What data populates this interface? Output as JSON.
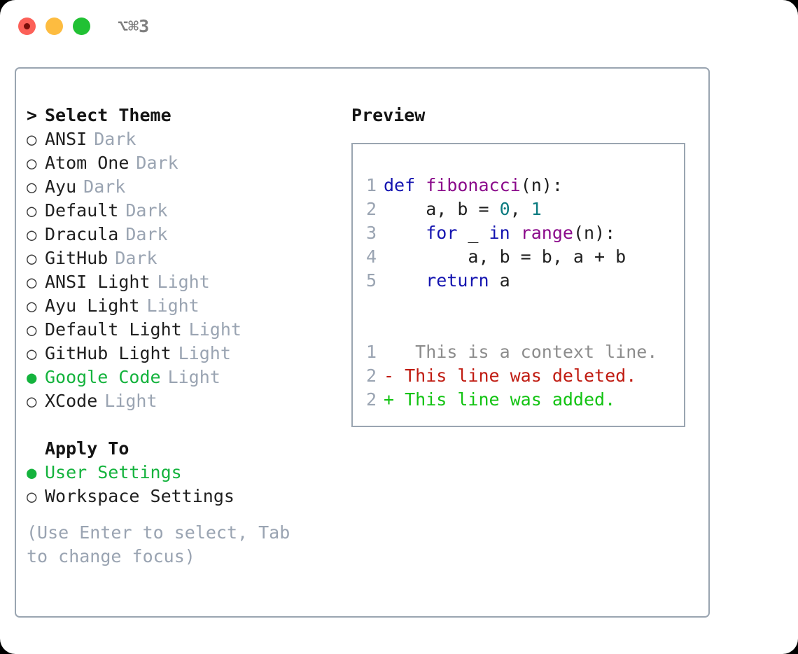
{
  "titlebar": {
    "shortcut": "⌥⌘3",
    "buttons": [
      {
        "name": "close",
        "color": "#fc6058"
      },
      {
        "name": "minimize",
        "color": "#fdbc40"
      },
      {
        "name": "zoom",
        "color": "#21c134"
      }
    ]
  },
  "theme_picker": {
    "heading": "Select Theme",
    "caret": ">",
    "bullet_empty": "○",
    "bullet_filled": "●",
    "items": [
      {
        "name": "ANSI",
        "tag": "Dark",
        "selected": false
      },
      {
        "name": "Atom One",
        "tag": "Dark",
        "selected": false
      },
      {
        "name": "Ayu",
        "tag": "Dark",
        "selected": false
      },
      {
        "name": "Default",
        "tag": "Dark",
        "selected": false
      },
      {
        "name": "Dracula",
        "tag": "Dark",
        "selected": false
      },
      {
        "name": "GitHub",
        "tag": "Dark",
        "selected": false
      },
      {
        "name": "ANSI Light",
        "tag": "Light",
        "selected": false
      },
      {
        "name": "Ayu Light",
        "tag": "Light",
        "selected": false
      },
      {
        "name": "Default Light",
        "tag": "Light",
        "selected": false
      },
      {
        "name": "GitHub Light",
        "tag": "Light",
        "selected": false
      },
      {
        "name": "Google Code",
        "tag": "Light",
        "selected": true
      },
      {
        "name": "XCode",
        "tag": "Light",
        "selected": false
      }
    ]
  },
  "apply_to": {
    "heading": "Apply To",
    "options": [
      {
        "name": "User Settings",
        "selected": true
      },
      {
        "name": "Workspace Settings",
        "selected": false
      }
    ]
  },
  "hint": "(Use Enter to select, Tab to change focus)",
  "preview": {
    "title": "Preview",
    "code_lines": [
      {
        "lineno": "1",
        "tokens": [
          {
            "t": "def ",
            "c": "kw"
          },
          {
            "t": "fibonacci",
            "c": "fn"
          },
          {
            "t": "(n):",
            "c": "pun"
          }
        ]
      },
      {
        "lineno": "2",
        "tokens": [
          {
            "t": "    a, b = ",
            "c": "id"
          },
          {
            "t": "0",
            "c": "num"
          },
          {
            "t": ", ",
            "c": "pun"
          },
          {
            "t": "1",
            "c": "num"
          }
        ]
      },
      {
        "lineno": "3",
        "tokens": [
          {
            "t": "    ",
            "c": "id"
          },
          {
            "t": "for",
            "c": "kw"
          },
          {
            "t": " _ ",
            "c": "id"
          },
          {
            "t": "in",
            "c": "kw"
          },
          {
            "t": " ",
            "c": "id"
          },
          {
            "t": "range",
            "c": "fn"
          },
          {
            "t": "(n):",
            "c": "pun"
          }
        ]
      },
      {
        "lineno": "4",
        "tokens": [
          {
            "t": "        a, b = b, a + b",
            "c": "id"
          }
        ]
      },
      {
        "lineno": "5",
        "tokens": [
          {
            "t": "    ",
            "c": "id"
          },
          {
            "t": "return",
            "c": "kw"
          },
          {
            "t": " a",
            "c": "id"
          }
        ]
      }
    ],
    "diff_lines": [
      {
        "lineno": "1",
        "marker": " ",
        "text": "  This is a context line.",
        "kind": "context"
      },
      {
        "lineno": "2",
        "marker": "-",
        "text": " This line was deleted.",
        "kind": "deleted"
      },
      {
        "lineno": "2",
        "marker": "+",
        "text": " This line was added.",
        "kind": "added"
      }
    ]
  },
  "colors": {
    "accent_green": "#14b33d",
    "muted": "#9aa4b2",
    "border": "#9aa5b1",
    "keyword": "#1414b0",
    "function": "#8b0a8b",
    "number": "#0b7b80",
    "diff_deleted": "#c01b11",
    "diff_added": "#12c312",
    "diff_context": "#8c8c8c"
  }
}
